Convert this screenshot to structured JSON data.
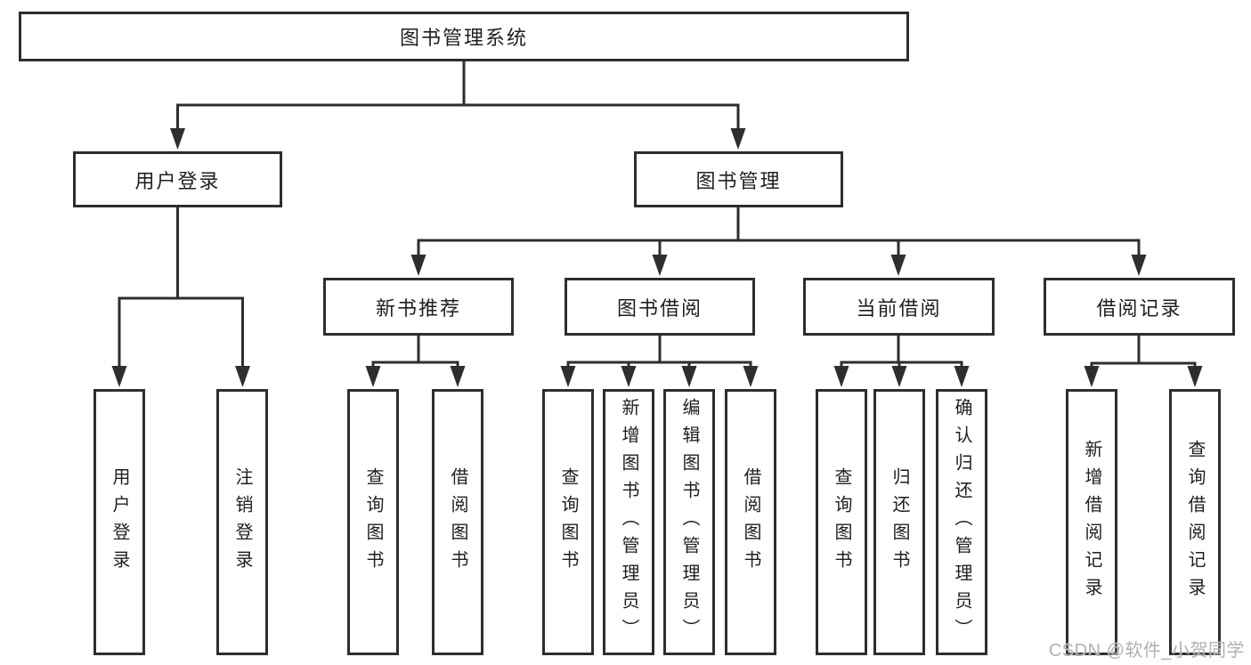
{
  "tree": {
    "root": "图书管理系统",
    "user_login": {
      "label": "用户登录",
      "children": [
        "用户登录",
        "注销登录"
      ]
    },
    "book_mgmt": {
      "label": "图书管理",
      "modules": [
        {
          "label": "新书推荐",
          "children": [
            "查询图书",
            "借阅图书"
          ]
        },
        {
          "label": "图书借阅",
          "children": [
            "查询图书",
            "新增图书（管理员）",
            "编辑图书（管理员）",
            "借阅图书"
          ]
        },
        {
          "label": "当前借阅",
          "children": [
            "查询图书",
            "归还图书",
            "确认归还（管理员）"
          ]
        },
        {
          "label": "借阅记录",
          "children": [
            "新增借阅记录",
            "查询借阅记录"
          ]
        }
      ]
    }
  },
  "watermark": {
    "text": "CSDN @软件_小贺同学",
    "color": "#b0b0b0"
  },
  "colors": {
    "line": "#2e2e2e",
    "box_border": "#2e2e2e",
    "text": "#1f1f1f",
    "background": "#ffffff"
  }
}
